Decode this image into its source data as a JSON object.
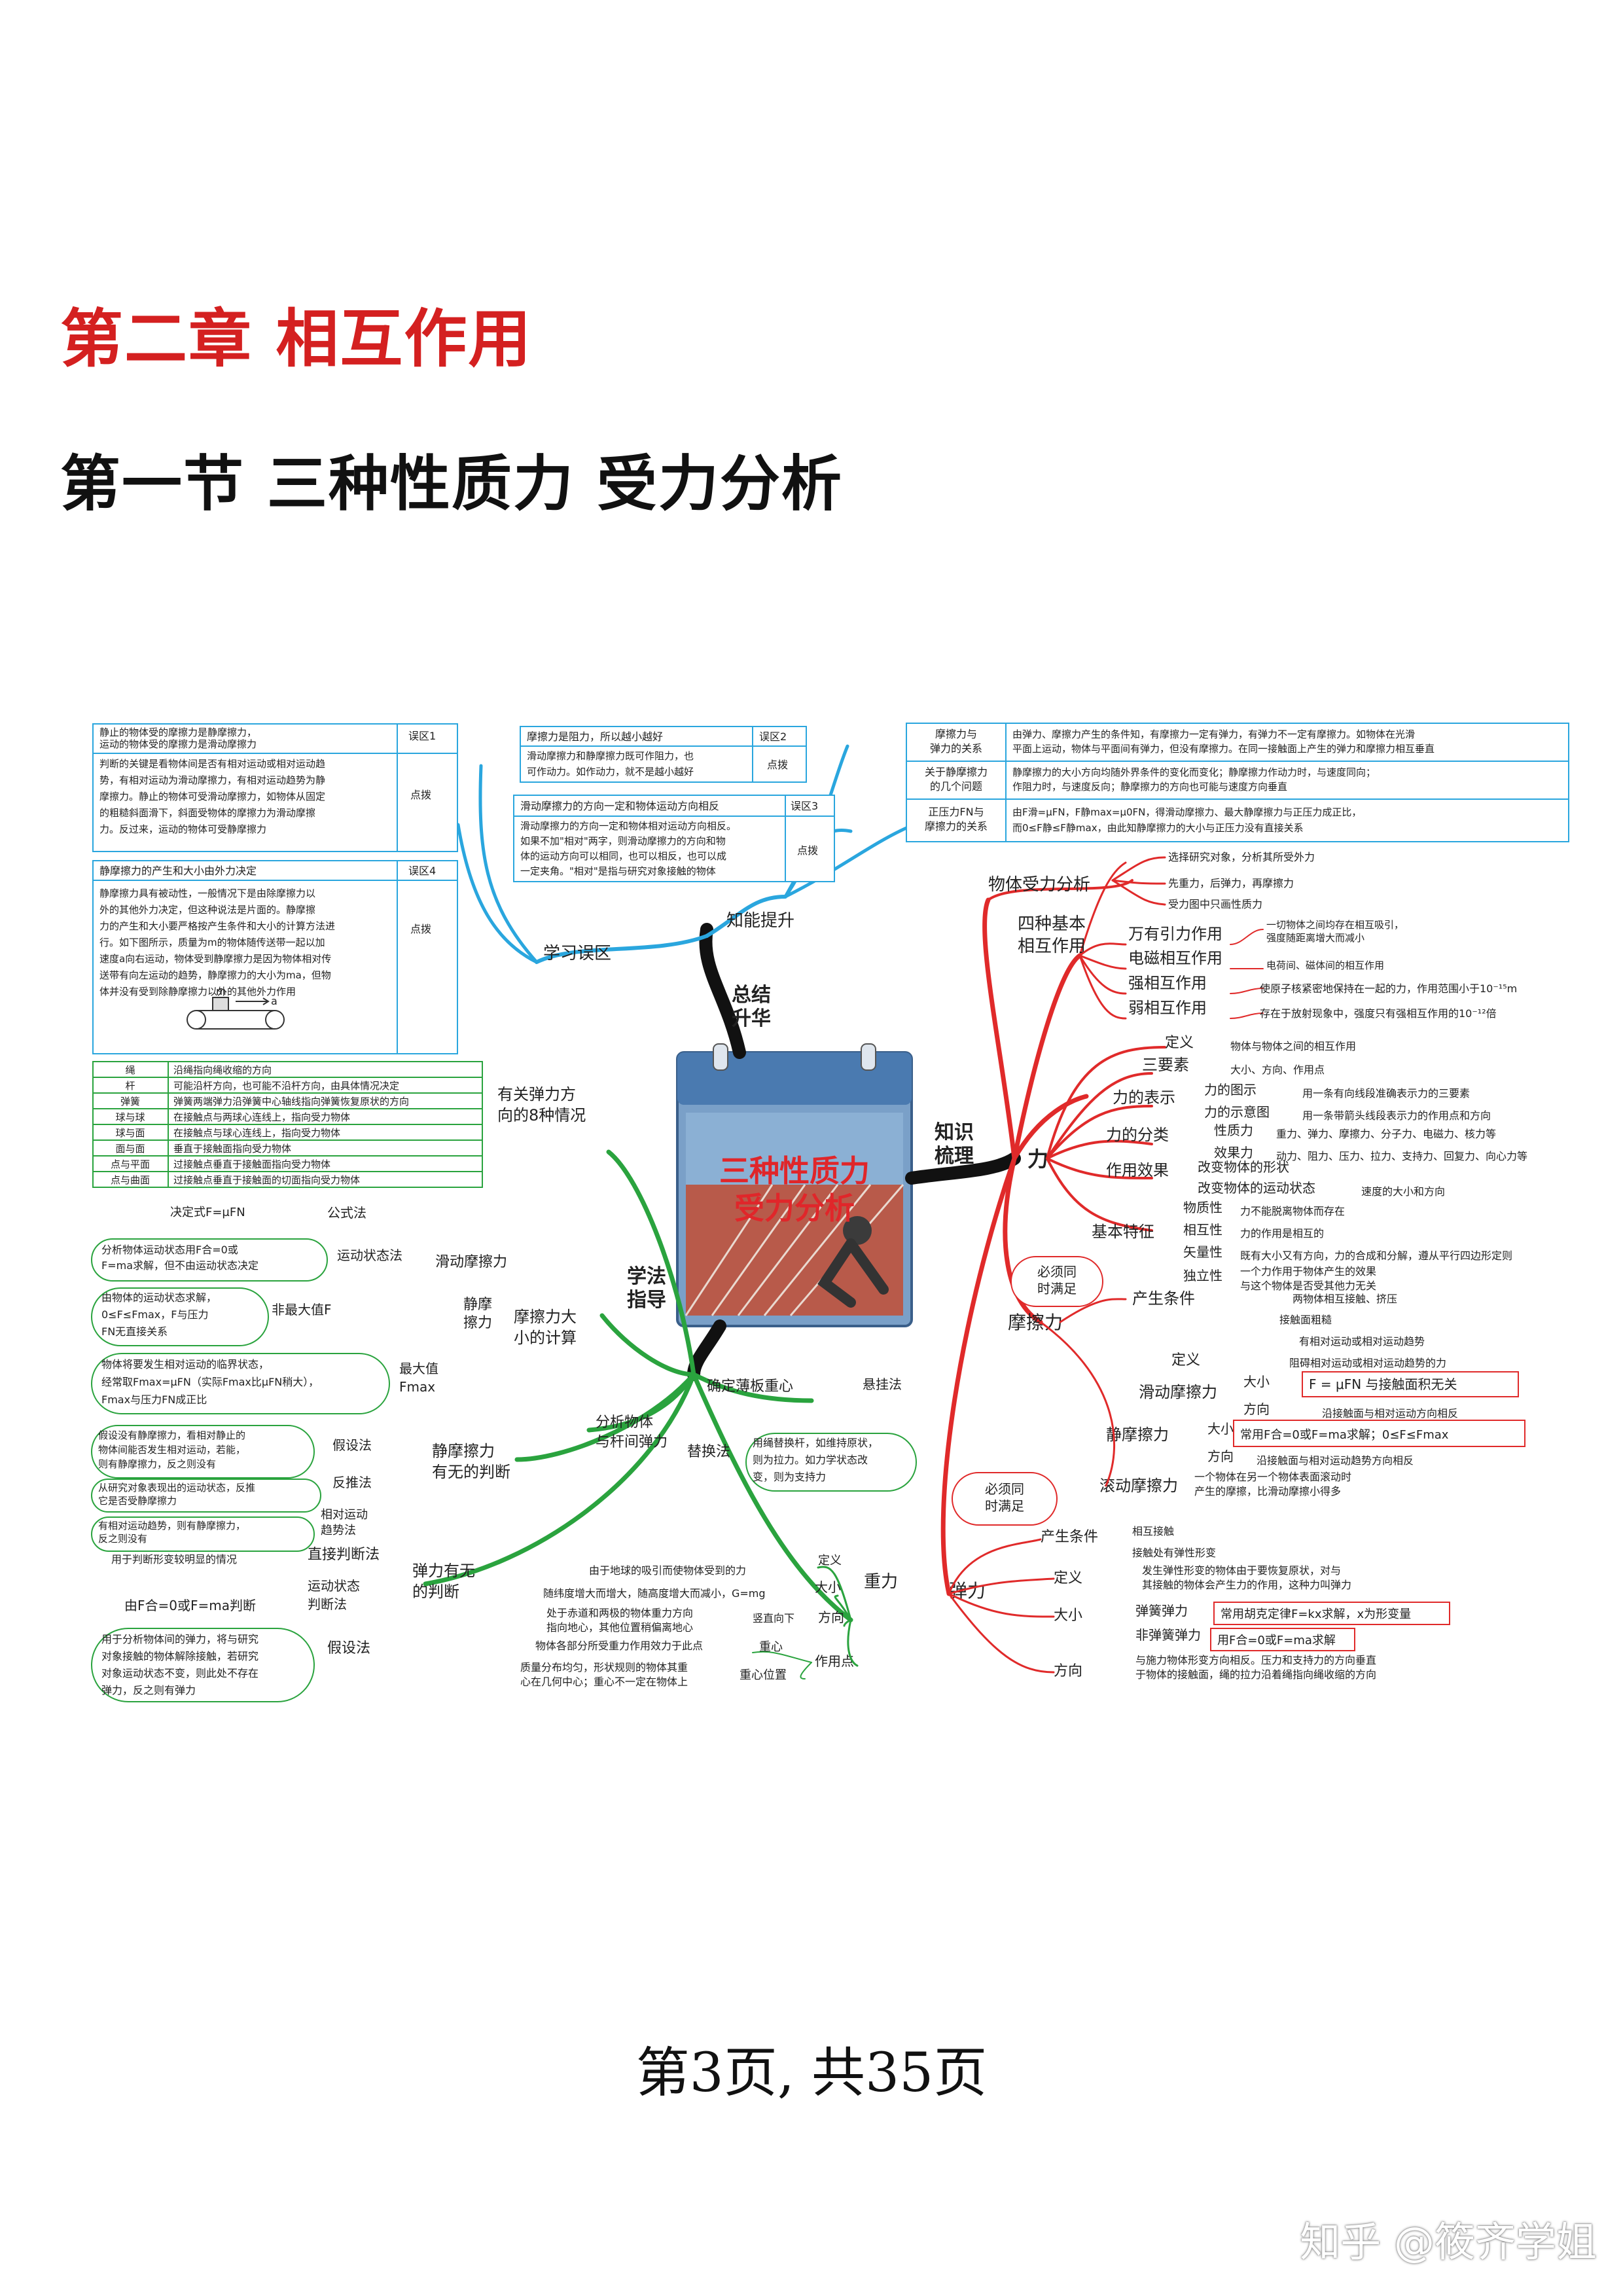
{
  "chapter_title": "第二章 相互作用",
  "section_title": "第一节 三种性质力 受力分析",
  "footer": "第3页, 共35页",
  "watermark": "知乎 @筱齐学姐",
  "colors": {
    "red": "#e02a2a",
    "blue": "#2aa6de",
    "green": "#2aa33e",
    "brown": "#3a6d2a"
  },
  "center": {
    "title_line1": "三种性质力",
    "title_line2": "受力分析"
  },
  "branches": {
    "zongjie": "总结\n升华",
    "zhishi": "知识\n梳理",
    "xuefa": "学法\n指导"
  },
  "blue": {
    "xuexi": "学习误区",
    "zhineng": "知能提升",
    "wq1_title": "静止的物体受的摩擦力是静摩擦力，\n运动的物体受的摩擦力是滑动摩擦力",
    "wq1_tag": "误区1",
    "wq1_body": "判断的关键是看物体间是否有相对运动或相对运动趋\n势，有相对运动为滑动摩擦力，有相对运动趋势为静\n摩擦力。静止的物体可受滑动摩擦力，如物体从固定\n的粗糙斜面滑下，斜面受物体的摩擦力为滑动摩擦\n力。反过来，运动的物体可受静摩擦力",
    "wq1_btn": "点拨",
    "wq2_title": "摩擦力是阻力，所以越小越好",
    "wq2_tag": "误区2",
    "wq2_body": "滑动摩擦力和静摩擦力既可作阻力，也\n可作动力。如作动力，就不是越小越好",
    "wq2_btn": "点拨",
    "wq3_title": "滑动摩擦力的方向一定和物体运动方向相反",
    "wq3_tag": "误区3",
    "wq3_body": "滑动摩擦力的方向一定和物体相对运动方向相反。\n如果不加\"相对\"两字，则滑动摩擦力的方向和物\n体的运动方向可以相同，也可以相反，也可以成\n一定夹角。\"相对\"是指与研究对象接触的物体",
    "wq3_btn": "点拨",
    "wq4_title": "静摩擦力的产生和大小由外力决定",
    "wq4_tag": "误区4",
    "wq4_body": "静摩擦力具有被动性，一般情况下是由除摩擦力以\n外的其他外力决定，但这种说法是片面的。静摩擦\n力的产生和大小要严格按产生条件和大小的计算方法进\n行。如下图所示，质量为m的物体随传送带一起以加\n速度a向右运动，物体受到静摩擦力是因为物体相对传\n送带有向左运动的趋势，静摩擦力的大小为ma，但物\n体并没有受到除静摩擦力以外的其他外力作用",
    "wq4_btn": "点拨",
    "belt_m": "m",
    "belt_a": "a",
    "tbl_r1_h": "摩擦力与\n弹力的关系",
    "tbl_r1_b": "由弹力、摩擦力产生的条件知，有摩擦力一定有弹力，有弹力不一定有摩擦力。如物体在光滑\n平面上运动，物体与平面间有弹力，但没有摩擦力。在同一接触面上产生的弹力和摩擦力相互垂直",
    "tbl_r2_h": "关于静摩擦力\n的几个问题",
    "tbl_r2_b": "静摩擦力的大小方向均随外界条件的变化而变化；静摩擦力作动力时，与速度同向；\n作阻力时，与速度反向；静摩擦力的方向也可能与速度方向垂直",
    "tbl_r3_h": "正压力FN与\n摩擦力的关系",
    "tbl_r3_b": "由F滑=μFN，F静max=μ0FN，得滑动摩擦力、最大静摩擦力与正压力成正比，\n而0≤F静≤F静max，由此知静摩擦力的大小与正压力没有直接关系"
  },
  "red": {
    "wuti": "物体受力分析",
    "wuti_s1": "选择研究对象，分析其所受外力",
    "wuti_s2": "先重力，后弹力，再摩擦力",
    "wuti_s3": "受力图中只画性质力",
    "siz": "四种基本\n相互作用",
    "wy": "万有引力作用",
    "wy_d": "一切物体之间均存在相互吸引，\n强度随距离增大而减小",
    "dc": "电磁相互作用",
    "dc_d": "电荷间、磁体间的相互作用",
    "qx": "强相互作用",
    "qx_d": "使原子核紧密地保持在一起的力，作用范围小于10⁻¹⁵m",
    "rx": "弱相互作用",
    "rx_d": "存在于放射现象中，强度只有强相互作用的10⁻¹²倍",
    "li": "力",
    "dy": "定义",
    "dy_d": "物体与物体之间的相互作用",
    "sys": "三要素",
    "sys_d": "大小、方向、作用点",
    "bs": "力的表示",
    "bs_t": "力的图示",
    "bs_t_d": "用一条有向线段准确表示力的三要素",
    "bs_s": "力的示意图",
    "bs_s_d": "用一条带箭头线段表示力的作用点和方向",
    "fl": "力的分类",
    "fl_x": "性质力",
    "fl_x_d": "重力、弹力、摩擦力、分子力、电磁力、核力等",
    "fl_y": "效果力",
    "fl_y_d": "动力、阻力、压力、拉力、支持力、回复力、向心力等",
    "xg": "作用效果",
    "xg_1": "改变物体的形状",
    "xg_2": "改变物体的运动状态",
    "xg_2d": "速度的大小和方向",
    "tz": "基本特征",
    "tz_1": "物质性",
    "tz_1d": "力不能脱离物体而存在",
    "tz_2": "相互性",
    "tz_2d": "力的作用是相互的",
    "tz_3": "矢量性",
    "tz_3d": "既有大小又有方向，力的合成和分解，遵从平行四边形定则",
    "tz_4": "独立性",
    "tz_4d": "一个力作用于物体产生的效果\n与这个物体是否受其他力无关",
    "mcl": "摩擦力",
    "bx1": "必须同\n时满足",
    "cs": "产生条件",
    "cs_1": "两物体相互接触、挤压",
    "cs_2": "接触面粗糙",
    "cs_3": "有相对运动或相对运动趋势",
    "mdy": "定义",
    "mdy_d": "阻碍相对运动或相对运动趋势的力",
    "hd": "滑动摩擦力",
    "hd_dx": "大小",
    "hd_dx_d": "F = μFN 与接触面积无关",
    "hd_fx": "方向",
    "hd_fx_d": "沿接触面与相对运动方向相反",
    "jm": "静摩擦力",
    "jm_dx": "大小",
    "jm_dx_d": "常用F合=0或F=ma求解；0≤F≤Fmax",
    "jm_fx": "方向",
    "jm_fx_d": "沿接触面与相对运动趋势方向相反",
    "gd": "滚动摩擦力",
    "gd_d": "一个物体在另一个物体表面滚动时\n产生的摩擦，比滑动摩擦小得多",
    "tl": "弹力",
    "bx2": "必须同\n时满足",
    "tl_cs": "产生条件",
    "tl_cs1": "相互接触",
    "tl_cs2": "接触处有弹性形变",
    "tl_dy": "定义",
    "tl_dy_d": "发生弹性形变的物体由于要恢复原状，对与\n其接触的物体会产生力的作用，这种力叫弹力",
    "tl_dx": "大小",
    "th": "弹簧弹力",
    "th_d": "常用胡克定律F=kx求解，x为形变量",
    "fth": "非弹簧弹力",
    "fth_d": "用F合=0或F=ma求解",
    "tl_fx": "方向",
    "tl_fx_d": "与施力物体形变方向相反。压力和支持力的方向垂直\n于物体的接触面，绳的拉力沿着绳指向绳收缩的方向"
  },
  "green": {
    "yg": "有关弹力方\n向的8种情况",
    "dir_rows": [
      [
        "绳",
        "沿绳指向绳收缩的方向"
      ],
      [
        "杆",
        "可能沿杆方向，也可能不沿杆方向，由具体情况决定"
      ],
      [
        "弹簧",
        "弹簧两端弹力沿弹簧中心轴线指向弹簧恢复原状的方向"
      ],
      [
        "球与球",
        "在接触点与两球心连线上，指向受力物体"
      ],
      [
        "球与面",
        "在接触点与球心连线上，指向受力物体"
      ],
      [
        "面与面",
        "垂直于接触面指向受力物体"
      ],
      [
        "点与平面",
        "过接触点垂直于接触面指向受力物体"
      ],
      [
        "点与曲面",
        "过接触点垂直于接触面的切面指向受力物体"
      ]
    ],
    "mcj": "摩擦力大\n小的计算",
    "hd": "滑动摩擦力",
    "gs": "公式法",
    "gs_d": "决定式F=μFN",
    "ydt": "运动状态法",
    "ydt_d": "分析物体运动状态用F合=0或\nF=ma求解，但不由运动状态决定",
    "jm": "静摩\n擦力",
    "fzd": "非最大值F",
    "fzd_d": "由物体的运动状态求解，\n0≤F≤Fmax，F与压力\nFN无直接关系",
    "zdz": "最大值\nFmax",
    "zdz_d": "物体将要发生相对运动的临界状态，\n经常取Fmax=μFN（实际Fmax比μFN稍大），\nFmax与压力FN成正比",
    "qd": "确定薄板重心",
    "xgf": "悬挂法",
    "fx": "分析物体\n与杆间弹力",
    "th": "替换法",
    "th_d": "用绳替换杆，如维持原状，\n则为拉力。如力学状态改\n变，则为支持力",
    "jmy": "静摩擦力\n有无的判断",
    "jsf": "假设法",
    "jsf_d": "假设没有静摩擦力，看相对静止的\n物体间能否发生相对运动，若能，\n则有静摩擦力，反之则没有",
    "ftf": "反推法",
    "ftf_d": "从研究对象表现出的运动状态，反推\n它是否受静摩擦力",
    "xd": "相对运动\n趋势法",
    "xd_d": "有相对运动趋势，则有静摩擦力，\n反之则没有",
    "tly": "弹力有无\n的判断",
    "zj": "直接判断法",
    "zj_d": "用于判断形变较明显的情况",
    "ydz": "运动状态\n判断法",
    "ydz_d": "由F合=0或F=ma判断",
    "jsf2": "假设法",
    "jsf2_d": "用于分析物体间的弹力，将与研究\n对象接触的物体解除接触，若研究\n对象运动状态不变，则此处不存在\n弹力，反之则有弹力",
    "zl": "重力",
    "zl_dy": "定义",
    "zl_dy_d": "由于地球的吸引而使物体受到的力",
    "zl_dx": "大小",
    "zl_dx_d": "随纬度增大而增大，随高度增大而减小，G=mg",
    "zl_fx": "方向",
    "zl_fx_d": "竖直向下",
    "zl_fx_d2": "处于赤道和两极的物体重力方向\n指向地心，其他位置稍偏离地心",
    "zyd": "作用点",
    "zx": "重心",
    "zx_d": "物体各部分所受重力作用效力于此点",
    "zxwz": "重心位置",
    "zxwz_d": "质量分布均匀，形状规则的物体其重\n心在几何中心；重心不一定在物体上"
  }
}
